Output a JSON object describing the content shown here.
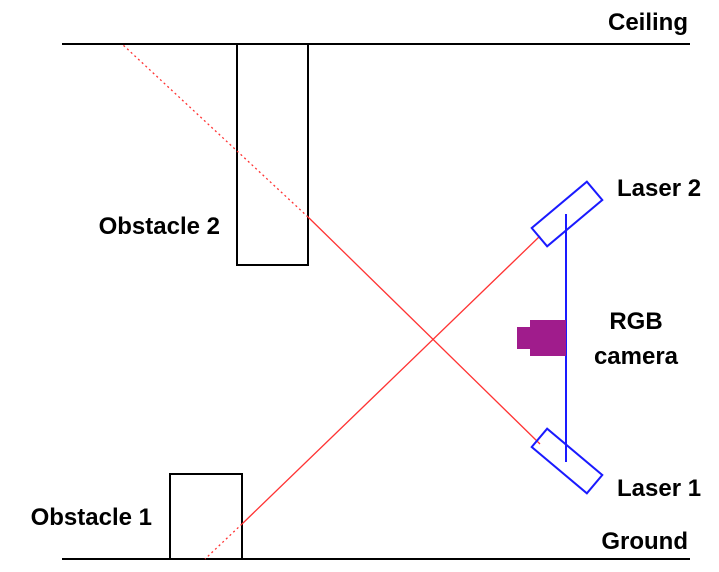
{
  "labels": {
    "ceiling": "Ceiling",
    "ground": "Ground",
    "obstacle_1": "Obstacle 1",
    "obstacle_2": "Obstacle 2",
    "laser_1": "Laser 1",
    "laser_2": "Laser 2",
    "rgb_camera_line1": "RGB",
    "rgb_camera_line2": "camera"
  },
  "colors": {
    "structure": "#000000",
    "laser_beam": "#ff3333",
    "laser_device": "#1a1aff",
    "camera": "#a01c8c",
    "background": "#ffffff"
  }
}
